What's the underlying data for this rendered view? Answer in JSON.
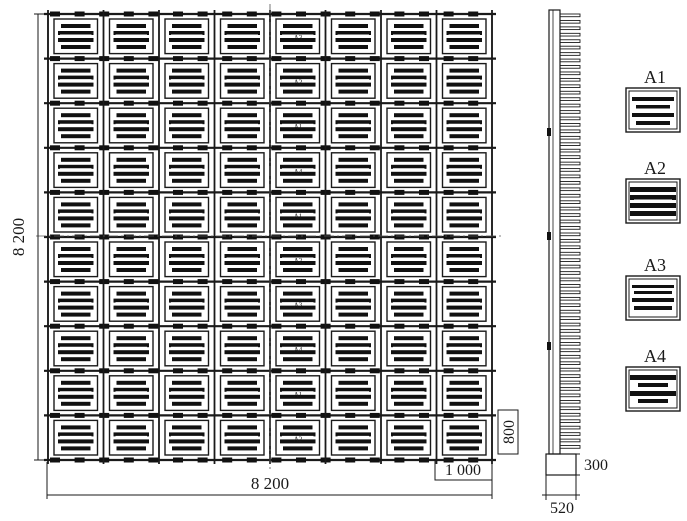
{
  "dimensions": {
    "total_width": "8 200",
    "total_height": "8 200",
    "cell_width": "1 000",
    "cell_height": "800",
    "side_height": "300",
    "side_width": "520"
  },
  "legend": [
    {
      "label": "A1"
    },
    {
      "label": "A2"
    },
    {
      "label": "A3"
    },
    {
      "label": "A4"
    }
  ],
  "grid": {
    "columns": 8,
    "rows": 10,
    "row_marks": [
      "A3",
      "A2",
      "A1",
      "A4",
      "A1",
      "A2",
      "A3",
      "A4",
      "A1",
      "A2"
    ]
  },
  "side_teeth": 68,
  "colors": {
    "line": "#1a1a1a",
    "slot": "#111111",
    "light": "#ffffff"
  }
}
